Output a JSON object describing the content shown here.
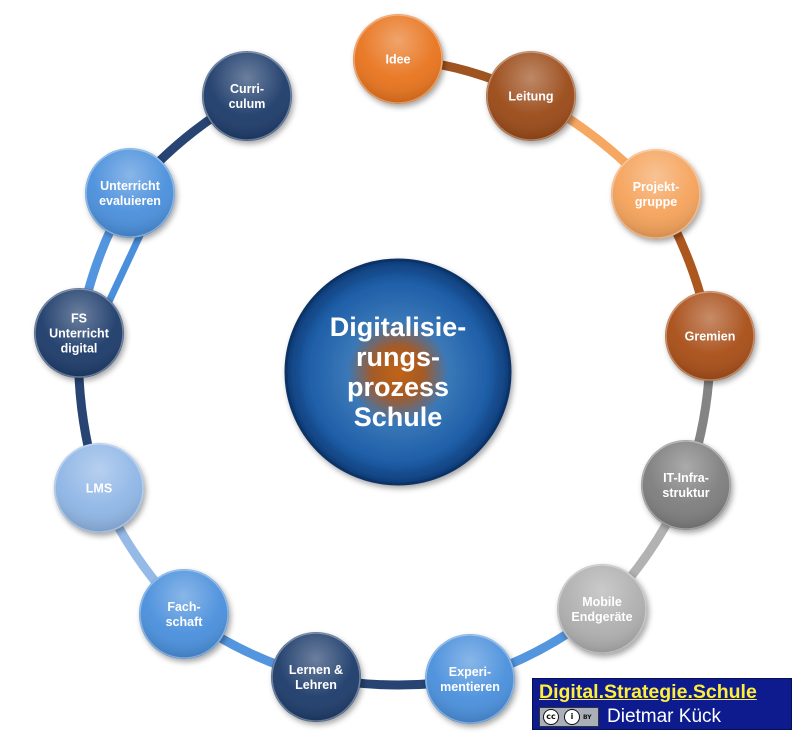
{
  "center": {
    "lines": [
      "Digitalisie-",
      "rungs-",
      "prozess",
      "Schule"
    ]
  },
  "nodes": [
    {
      "id": "idee",
      "lines": [
        "Idee"
      ],
      "color": "#e8731e"
    },
    {
      "id": "leitung",
      "lines": [
        "Leitung"
      ],
      "color": "#9a4a14"
    },
    {
      "id": "projektgruppe",
      "lines": [
        "Projekt-",
        "gruppe"
      ],
      "color": "#f5a25a"
    },
    {
      "id": "gremien",
      "lines": [
        "Gremien"
      ],
      "color": "#a84e12"
    },
    {
      "id": "it-infrastruktur",
      "lines": [
        "IT-Infra-",
        "struktur"
      ],
      "color": "#7d7d7d"
    },
    {
      "id": "mobile-endgeraete",
      "lines": [
        "Mobile",
        "Endgeräte"
      ],
      "color": "#aeaeae"
    },
    {
      "id": "experimentieren",
      "lines": [
        "Experi-",
        "mentieren"
      ],
      "color": "#4a8fdc"
    },
    {
      "id": "lernen-lehren",
      "lines": [
        "Lernen &",
        "Lehren"
      ],
      "color": "#1b3a6b"
    },
    {
      "id": "fachschaft",
      "lines": [
        "Fach-",
        "schaft"
      ],
      "color": "#4a8fdc"
    },
    {
      "id": "lms",
      "lines": [
        "LMS"
      ],
      "color": "#8fb6e6"
    },
    {
      "id": "fs-unterricht-digital",
      "lines": [
        "FS",
        "Unterricht",
        "digital"
      ],
      "color": "#1b3a6b"
    },
    {
      "id": "unterricht-evaluieren",
      "lines": [
        "Unterricht",
        "evaluieren"
      ],
      "color": "#4a8fdc"
    },
    {
      "id": "curriculum",
      "lines": [
        "Curri-",
        "culum"
      ],
      "color": "#1b3a6b"
    }
  ],
  "branding": {
    "title": "Digital.Strategie.Schule",
    "author": "Dietmar Kück",
    "license_badge": "cc-by-badge",
    "license_text": "BY"
  }
}
